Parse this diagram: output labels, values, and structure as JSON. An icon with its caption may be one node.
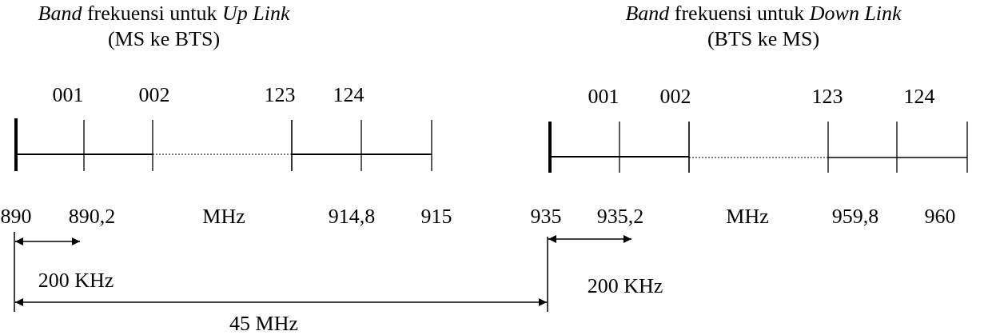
{
  "diagram": {
    "labels": [
      "*Band* frekuensi untuk *Up Link*",
      "*Band* frekuensi untuk *Down Link*",
      "(MS ke BTS)",
      "(BTS ke MS)",
      "001",
      "002",
      "123",
      "124",
      "001",
      "002",
      "123",
      "124",
      "890",
      "890,2",
      "MHz",
      "914,8",
      "915",
      "935",
      "935,2",
      "MHz",
      "959,8",
      "960",
      "200 KHz",
      "200 KHz",
      "45 MHz"
    ]
  }
}
